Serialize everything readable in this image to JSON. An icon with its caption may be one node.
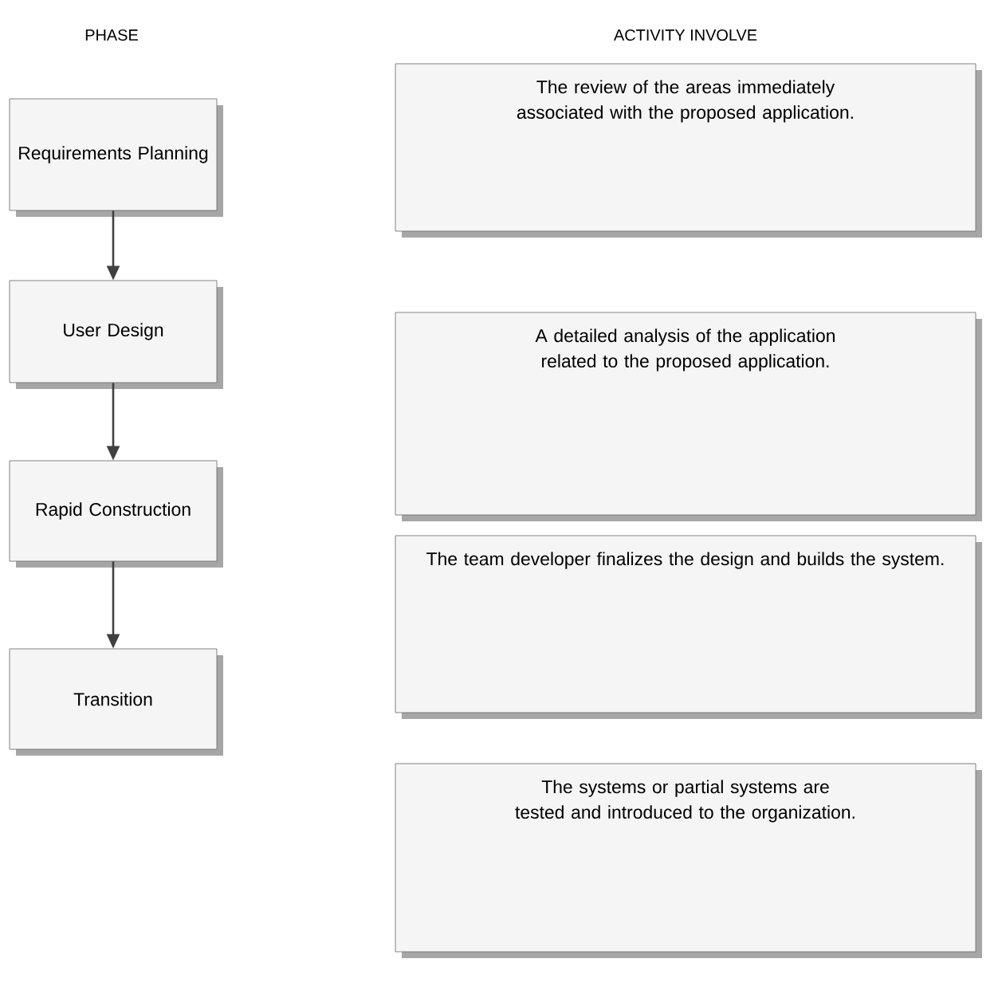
{
  "diagram": {
    "nodes": [
      {
        "text": [
          "Requirements Planning"
        ]
      },
      {
        "text": [
          "The review of the areas immediately associated with the proposed application."
        ]
      },
      {
        "text": [
          "User Design"
        ]
      },
      {
        "text": [
          "A detailed analysis of the application related to the proposed application."
        ]
      },
      {
        "text": [
          "Rapid Construction"
        ]
      },
      {
        "text": [
          "The team developer finalizes the design and builds the system."
        ]
      },
      {
        "text": [
          "Transition"
        ]
      },
      {
        "text": [
          "The systems or partial systems are tested and introduced to the organization."
        ]
      }
    ],
    "edges": [
      {
        "from": 0,
        "to": 2,
        "arrow": "to"
      },
      {
        "from": 2,
        "to": 4,
        "arrow": "to"
      },
      {
        "from": 4,
        "to": 6,
        "arrow": "to"
      }
    ],
    "labels": [
      "PHASE",
      "ACTIVITY INVOLVE"
    ]
  }
}
